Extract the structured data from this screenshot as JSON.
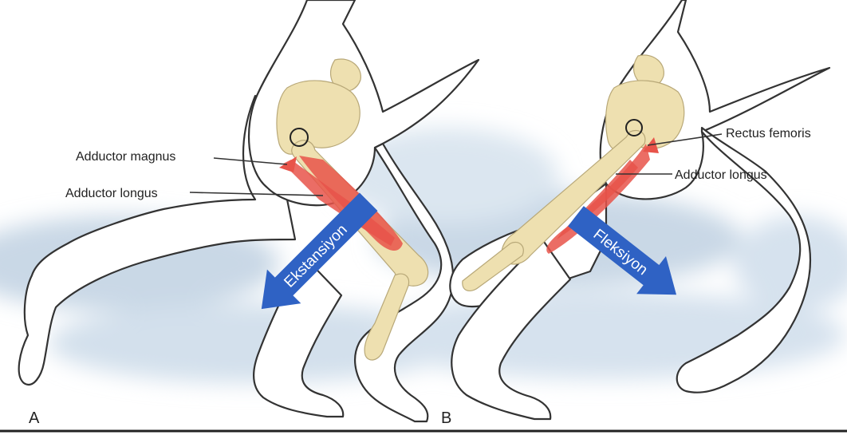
{
  "panels": {
    "a": {
      "letter": "A",
      "labels": {
        "adductor_magnus": "Adductor magnus",
        "adductor_longus": "Adductor longus"
      },
      "arrow_text": "Ekstansiyon"
    },
    "b": {
      "letter": "B",
      "labels": {
        "rectus_femoris": "Rectus femoris",
        "adductor_longus": "Adductor longus"
      },
      "arrow_text": "Fleksiyon"
    }
  },
  "colors": {
    "arrow_blue": "#2f62c4",
    "muscle_red": "#e8544a",
    "bone": "#eee0b0",
    "shadow_blue": "#c9d8e6"
  }
}
